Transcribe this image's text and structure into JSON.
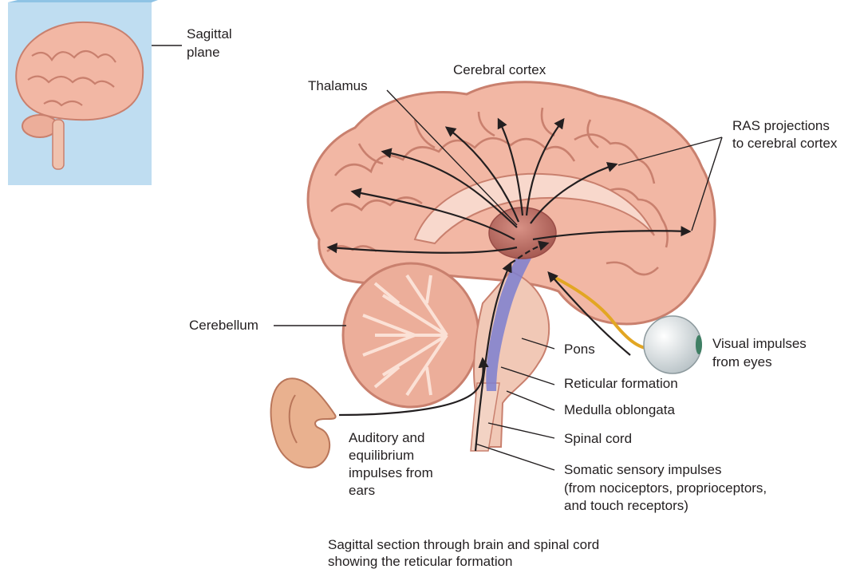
{
  "inset": {
    "plane_label_line1": "Sagittal",
    "plane_label_line2": "plane"
  },
  "labels": {
    "cerebral_cortex": "Cerebral cortex",
    "thalamus": "Thalamus",
    "ras_line1": "RAS projections",
    "ras_line2": "to cerebral cortex",
    "cerebellum": "Cerebellum",
    "pons": "Pons",
    "reticular_formation": "Reticular formation",
    "medulla": "Medulla oblongata",
    "spinal_cord": "Spinal cord",
    "visual_line1": "Visual impulses",
    "visual_line2": "from eyes",
    "auditory_line1": "Auditory and",
    "auditory_line2": "equilibrium",
    "auditory_line3": "impulses from",
    "auditory_line4": "ears",
    "somatic_line1": "Somatic sensory impulses",
    "somatic_line2": "(from nociceptors, proprioceptors,",
    "somatic_line3": "and touch receptors)"
  },
  "caption": {
    "line1": "Sagittal section through brain and spinal cord",
    "line2": "showing the reticular formation"
  },
  "colors": {
    "brain_tissue": "#f2b7a4",
    "brain_fold": "#c9806e",
    "thalamus": "#b9685f",
    "reticular_formation": "#7d7fd0",
    "plane": "#b8d9ef",
    "optic_nerve": "#e2a623",
    "leader_line": "#231f20"
  }
}
